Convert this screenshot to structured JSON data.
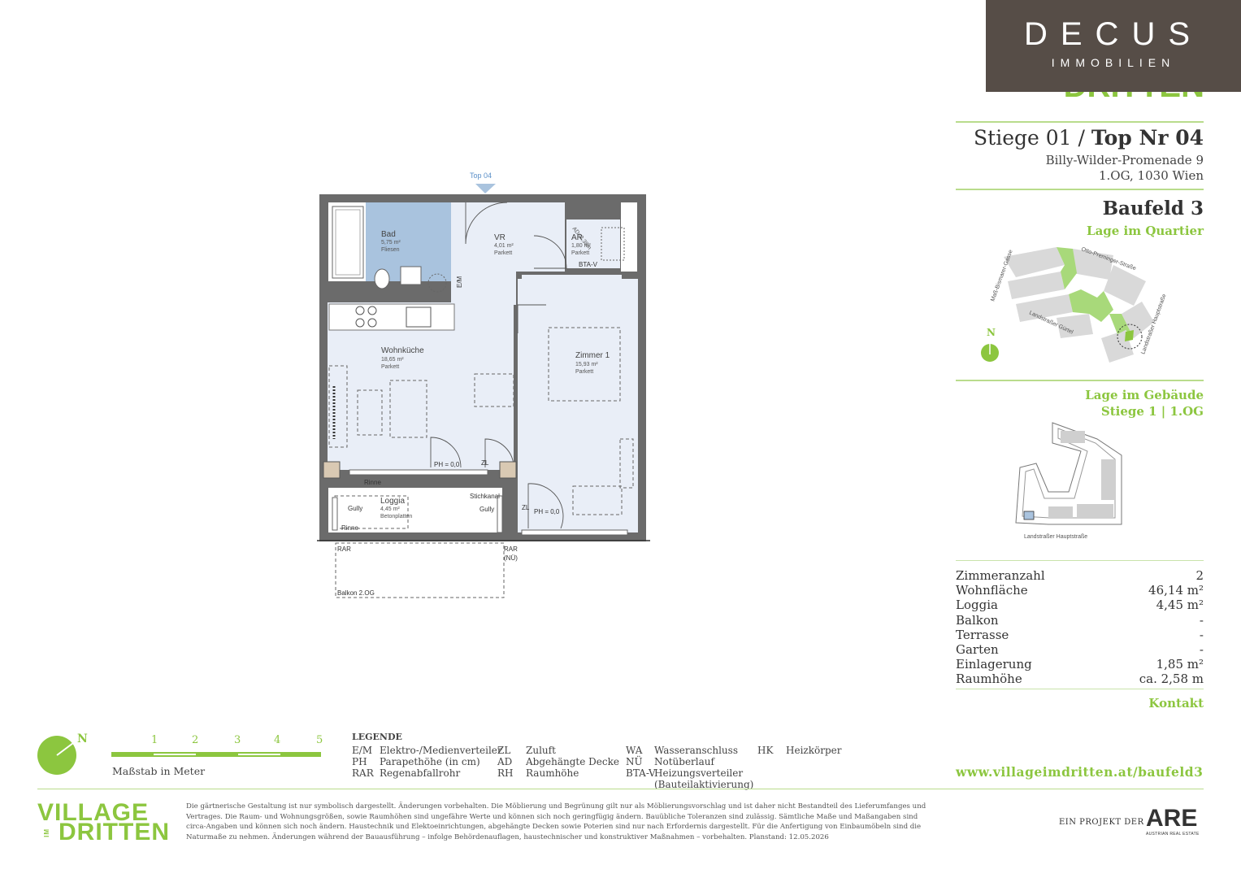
{
  "header": {
    "brand": "DECUS",
    "brand_sub": "IMMOBILIEN",
    "project_partial": "DRITTEN"
  },
  "unit": {
    "stiege": "Stiege 01 /",
    "top": "Top Nr 04",
    "address_line1": "Billy-Wilder-Promenade 9",
    "address_line2": "1.OG, 1030 Wien",
    "baufeld": "Baufeld 3",
    "lage_quartier": "Lage im Quartier",
    "lage_gebaeude": "Lage im Gebäude",
    "stiege_og": "Stiege 1 | 1.OG"
  },
  "site_map": {
    "street_1": "Maß-Bismarer-Gasse",
    "street_2": "Otto-Preminger-Straße",
    "street_3": "Landstraßer Gürtel",
    "street_4": "Landstraßer Hauptstraße",
    "north": "N"
  },
  "building_map": {
    "street": "Landstraßer Hauptstraße"
  },
  "facts": [
    {
      "label": "Zimmeranzahl",
      "value": "2"
    },
    {
      "label": "Wohnfläche",
      "value": "46,14 m²"
    },
    {
      "label": "Loggia",
      "value": "4,45 m²"
    },
    {
      "label": "Balkon",
      "value": "-"
    },
    {
      "label": "Terrasse",
      "value": "-"
    },
    {
      "label": "Garten",
      "value": "-"
    },
    {
      "label": "Einlagerung",
      "value": "1,85 m²"
    },
    {
      "label": "Raumhöhe",
      "value": "ca. 2,58 m"
    }
  ],
  "kontakt": "Kontakt",
  "website": "www.villageimdritten.at/baufeld3",
  "plan": {
    "top_marker": "Top 04",
    "rooms": [
      {
        "name": "Bad",
        "area": "5,75 m²",
        "floor": "Fliesen"
      },
      {
        "name": "VR",
        "area": "4,01 m²",
        "floor": "Parkett"
      },
      {
        "name": "AR",
        "area": "1,80 m²",
        "floor": "Parkett"
      },
      {
        "name": "Wohnküche",
        "area": "18,65 m²",
        "floor": "Parkett"
      },
      {
        "name": "Zimmer 1",
        "area": "15,93 m²",
        "floor": "Parkett"
      },
      {
        "name": "Loggia",
        "area": "4,45 m²",
        "floor": "Betonplatten"
      }
    ],
    "labels": {
      "ad": "AD=2,38m",
      "bta": "BTA-V",
      "em": "E/M",
      "ph1": "PH = 0,0",
      "zl1": "ZL",
      "ph2": "PH = 0,0",
      "zl2": "ZL",
      "rinne1": "Rinne",
      "rinne2": "Rinne",
      "gully1": "Gully",
      "gully2": "Gully",
      "stichkanal": "Stichkanal",
      "rar1": "RAR",
      "rar2": "RAR",
      "nu": "(NÜ)",
      "balkon": "Balkon 2.OG"
    }
  },
  "scale": {
    "ticks": [
      "1",
      "2",
      "3",
      "4",
      "5"
    ],
    "caption": "Maßstab in Meter",
    "north": "N"
  },
  "legend": {
    "title": "LEGENDE",
    "items": [
      {
        "code": "E/M",
        "text": "Elektro-/Medienverteiler"
      },
      {
        "code": "PH",
        "text": "Parapethöhe (in cm)"
      },
      {
        "code": "RAR",
        "text": "Regenabfallrohr"
      },
      {
        "code": "ZL",
        "text": "Zuluft"
      },
      {
        "code": "AD",
        "text": "Abgehängte Decke"
      },
      {
        "code": "RH",
        "text": "Raumhöhe"
      },
      {
        "code": "WA",
        "text": "Wasseranschluss"
      },
      {
        "code": "NÜ",
        "text": "Notüberlauf"
      },
      {
        "code": "BTA-V",
        "text": "Heizungsverteiler"
      },
      {
        "code": "",
        "text": "(Bauteilaktivierung)"
      },
      {
        "code": "HK",
        "text": "Heizkörper"
      }
    ]
  },
  "footer": {
    "logo_line1": "VILLAGE",
    "logo_line2": "DRITTEN",
    "logo_small": "IM",
    "disclaimer": "Die gärtnerische Gestaltung ist nur symbolisch dargestellt. Änderungen vorbehalten. Die Möblierung und Begrünung gilt nur als Möblierungsvorschlag und ist daher nicht Bestandteil des Lieferumfanges und Vertrages. Die Raum- und Wohnungsgrößen, sowie Raumhöhen sind ungefähre Werte und können sich noch geringfügig ändern. Bauübliche Toleranzen sind zulässig. Sämtliche Maße und Maßangaben sind circa-Angaben und können sich noch ändern. Haustechnik und Elektoeinrichtungen, abgehängte Decken sowie Poterien sind nur nach Erfordernis dargestellt. Für die Anfertigung von Einbaumöbeln sind die Naturmaße zu nehmen. Änderungen während der Bauausführung – infolge Behördenauflagen, haustechnischer und konstruktiver Maßnahmen – vorbehalten. Planstand: 12.05.2026",
    "project_by": "EIN PROJEKT DER",
    "are_logo": "ARE",
    "are_sub": "AUSTRIAN REAL ESTATE"
  },
  "colors": {
    "brand_green": "#8cc63f",
    "decus_brown": "#564d47",
    "bath_blue": "#a9c3de",
    "room_fill": "#e9eef7",
    "wall": "#6b6b6b"
  }
}
